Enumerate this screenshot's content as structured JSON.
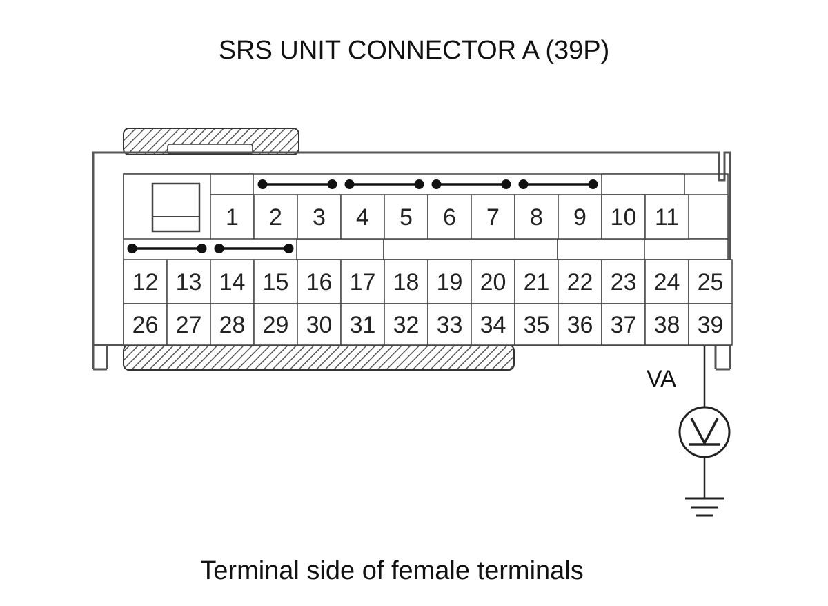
{
  "title": "SRS UNIT CONNECTOR A (39P)",
  "caption": "Terminal side of female terminals",
  "connector": {
    "row1_pins": [
      "1",
      "2",
      "3",
      "4",
      "5",
      "6",
      "7",
      "8",
      "9",
      "10",
      "11"
    ],
    "row2_pins": [
      "12",
      "13",
      "14",
      "15",
      "16",
      "17",
      "18",
      "19",
      "20",
      "21",
      "22",
      "23",
      "24",
      "25"
    ],
    "row3_pins": [
      "26",
      "27",
      "28",
      "29",
      "30",
      "31",
      "32",
      "33",
      "34",
      "35",
      "36",
      "37",
      "38",
      "39"
    ],
    "shorting_bars": [
      [
        "2",
        "3"
      ],
      [
        "4",
        "5"
      ],
      [
        "6",
        "7"
      ],
      [
        "8",
        "9"
      ],
      [
        "12",
        "13"
      ],
      [
        "14",
        "15"
      ]
    ]
  },
  "probe": {
    "label": "VA",
    "pin": "39",
    "meter": "voltmeter-icon",
    "reference": "ground-icon"
  }
}
